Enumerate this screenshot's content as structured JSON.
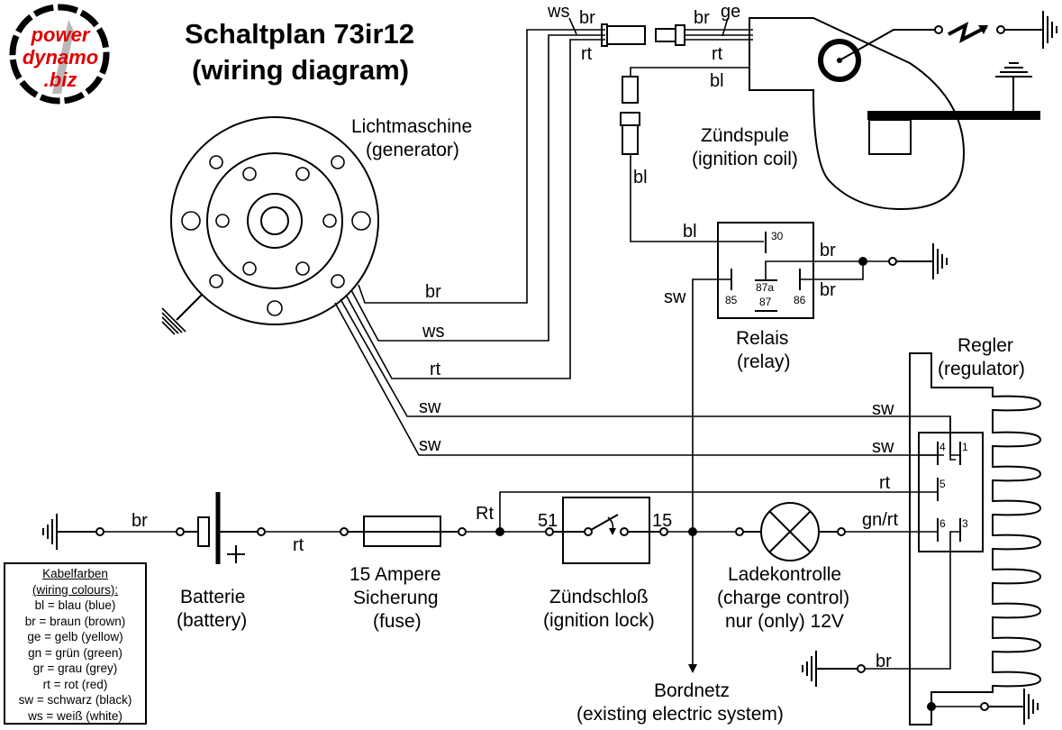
{
  "logo": {
    "line1": "power",
    "line2": "dynamo",
    "line3": ".biz",
    "text_color": "#e00000"
  },
  "title": {
    "line1": "Schaltplan 73ir12",
    "line2": "(wiring diagram)"
  },
  "components": {
    "generator": {
      "de": "Lichtmaschine",
      "en": "(generator)"
    },
    "ignition_coil": {
      "de": "Zündspule",
      "en": "(ignition coil)"
    },
    "relay": {
      "de": "Relais",
      "en": "(relay)",
      "pins": [
        "30",
        "85",
        "87a",
        "87",
        "86"
      ]
    },
    "regulator": {
      "de": "Regler",
      "en": "(regulator)",
      "pins": [
        "4",
        "1",
        "5",
        "6",
        "3"
      ]
    },
    "battery": {
      "de": "Batterie",
      "en": "(battery)",
      "polarity": "+"
    },
    "fuse": {
      "line1": "15 Ampere",
      "line2": "Sicherung",
      "line3": "(fuse)"
    },
    "ignition_lock": {
      "de": "Zündschloß",
      "en": "(ignition lock)",
      "pin_in": "51",
      "pin_out": "15"
    },
    "charge_control": {
      "line1": "Ladekontrolle",
      "line2": "(charge control)",
      "line3": "nur (only) 12V"
    },
    "onboard_network": {
      "de": "Bordnetz",
      "en": "(existing electric system)"
    }
  },
  "wire_labels": {
    "top_ws": "ws",
    "top_br": "br",
    "top_rt": "rt",
    "coil_br": "br",
    "coil_ge": "ge",
    "coil_rt": "rt",
    "coil_bl": "bl",
    "bl_vertical": "bl",
    "bl_relay": "bl",
    "relay_br_top": "br",
    "relay_br_bottom": "br",
    "relay_sw": "sw",
    "gen_br": "br",
    "gen_ws": "ws",
    "gen_rt": "rt",
    "gen_sw1": "sw",
    "gen_sw2": "sw",
    "reg_sw1": "sw",
    "reg_sw2": "sw",
    "reg_rt": "rt",
    "reg_gnrt": "gn/rt",
    "reg_br": "br",
    "bat_br": "br",
    "bat_rt": "rt",
    "junction_rt": "Rt"
  },
  "legend": {
    "title": "Kabelfarben",
    "subtitle": "(wiring colours):",
    "items": [
      "bl = blau (blue)",
      "br = braun (brown)",
      "ge = gelb (yellow)",
      "gn = grün (green)",
      "gr = grau (grey)",
      "rt = rot (red)",
      "sw = schwarz (black)",
      "ws = weiß (white)"
    ]
  }
}
